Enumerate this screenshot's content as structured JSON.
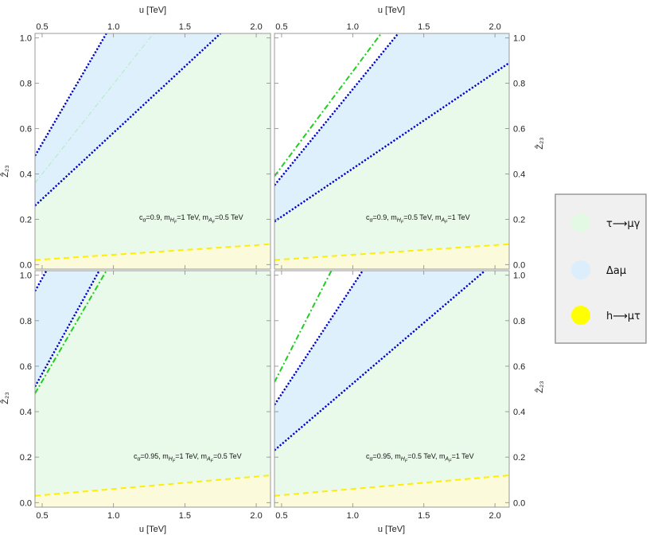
{
  "chart_data": {
    "type": "area",
    "layout": "2x2 grid of panels sharing axes",
    "x_label": "u [TeV]",
    "y_label": "Ẑ₂₃",
    "xlim": [
      0.45,
      2.1
    ],
    "ylim": [
      -0.02,
      1.02
    ],
    "x_ticks": [
      {
        "v": 0.5,
        "t": "0.5"
      },
      {
        "v": 1.0,
        "t": "1.0"
      },
      {
        "v": 1.5,
        "t": "1.5"
      },
      {
        "v": 2.0,
        "t": "2.0"
      }
    ],
    "y_ticks": [
      {
        "v": 0.0,
        "t": "0.0"
      },
      {
        "v": 0.2,
        "t": "0.2"
      },
      {
        "v": 0.4,
        "t": "0.4"
      },
      {
        "v": 0.6,
        "t": "0.6"
      },
      {
        "v": 0.8,
        "t": "0.8"
      },
      {
        "v": 1.0,
        "t": "1.0"
      }
    ],
    "colors": {
      "green_fill": "#eafaea",
      "blue_fill": "#def0fb",
      "yellow_fill": "#fbfbdc",
      "blue_line": "#0000c8",
      "green_line": "#22cc22",
      "light_green_line": "#b4ecc8",
      "yellow_line": "#ffee00",
      "frame": "#999999"
    },
    "legend": [
      {
        "label": "τ⟶μγ",
        "color": "#e4f9e4"
      },
      {
        "label": "Δaμ",
        "color": "#dceefb"
      },
      {
        "label": "h⟶μτ",
        "color": "#ffff00"
      }
    ],
    "panels": [
      {
        "annotation": [
          "c",
          "α",
          "=0.9, m",
          "H",
          "F",
          "=1 TeV, m",
          "A",
          "F",
          "=0.5 TeV"
        ],
        "blue_upper": [
          [
            0.45,
            0.48
          ],
          [
            0.95,
            1.02
          ]
        ],
        "blue_lower": [
          [
            0.45,
            0.26
          ],
          [
            1.75,
            1.02
          ]
        ],
        "green_line": [
          [
            0.45,
            0.36
          ],
          [
            1.28,
            1.02
          ]
        ],
        "green_style": "light",
        "yellow_line": [
          [
            0.45,
            0.02
          ],
          [
            2.1,
            0.09
          ]
        ]
      },
      {
        "annotation": [
          "c",
          "α",
          "=0.9, m",
          "H",
          "F",
          "=0.5 TeV, m",
          "A",
          "F",
          "=1 TeV"
        ],
        "blue_upper": [
          [
            0.45,
            0.35
          ],
          [
            1.32,
            1.02
          ]
        ],
        "blue_lower": [
          [
            0.45,
            0.19
          ],
          [
            2.1,
            0.89
          ]
        ],
        "green_line": [
          [
            0.45,
            0.39
          ],
          [
            1.2,
            1.02
          ]
        ],
        "green_style": "dashdot",
        "yellow_line": [
          [
            0.45,
            0.02
          ],
          [
            2.1,
            0.09
          ]
        ]
      },
      {
        "annotation": [
          "c",
          "α",
          "=0.95, m",
          "H",
          "F",
          "=1 TeV, m",
          "A",
          "F",
          "=0.5 TeV"
        ],
        "blue_upper": [
          [
            0.45,
            0.93
          ],
          [
            0.53,
            1.02
          ]
        ],
        "blue_lower": [
          [
            0.45,
            0.51
          ],
          [
            0.9,
            1.02
          ]
        ],
        "green_line": [
          [
            0.45,
            0.48
          ],
          [
            0.95,
            1.02
          ]
        ],
        "green_style": "dashdot",
        "yellow_line": [
          [
            0.45,
            0.03
          ],
          [
            2.1,
            0.12
          ]
        ]
      },
      {
        "annotation": [
          "c",
          "α",
          "=0.95, m",
          "H",
          "F",
          "=0.5 TeV, m",
          "A",
          "F",
          "=1 TeV"
        ],
        "blue_upper": [
          [
            0.45,
            0.43
          ],
          [
            1.07,
            1.02
          ]
        ],
        "blue_lower": [
          [
            0.45,
            0.23
          ],
          [
            1.93,
            1.02
          ]
        ],
        "green_line": [
          [
            0.45,
            0.53
          ],
          [
            0.85,
            1.02
          ]
        ],
        "green_style": "dashdot",
        "yellow_line": [
          [
            0.45,
            0.03
          ],
          [
            2.1,
            0.12
          ]
        ]
      }
    ]
  }
}
